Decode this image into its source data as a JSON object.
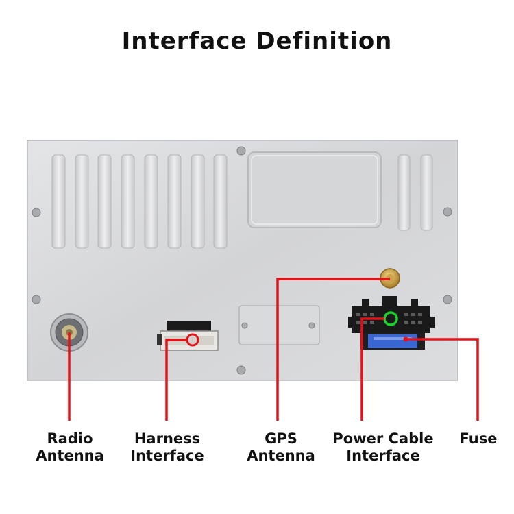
{
  "title": "Interface Definition",
  "labels": {
    "radio_antenna": [
      "Radio",
      "Antenna"
    ],
    "harness_interface": [
      "Harness",
      "Interface"
    ],
    "gps_antenna": [
      "GPS",
      "Antenna"
    ],
    "power_cable_interface": [
      "Power Cable",
      "Interface"
    ],
    "fuse": [
      "Fuse"
    ]
  },
  "colors": {
    "callout_line": "#e3131b",
    "highlight_ring": "#19d32a",
    "panel": "#d9dadc",
    "fuse_blue": "#3a66d4"
  }
}
